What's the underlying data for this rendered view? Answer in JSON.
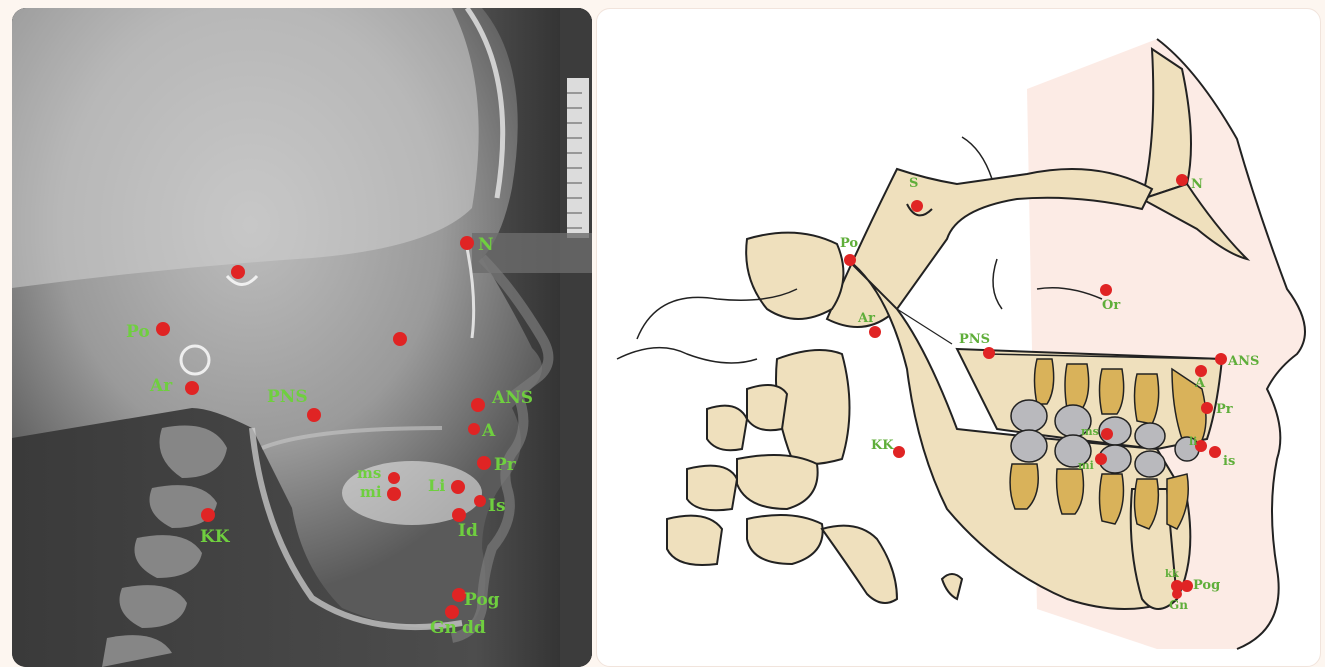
{
  "xray": {
    "landmarks": {
      "N": "N",
      "Po": "Po",
      "Ar": "Ar",
      "PNS": "PNS",
      "ANS": "ANS",
      "A": "A",
      "Pr": "Pr",
      "ms": "ms",
      "mi": "mi",
      "Li": "Li",
      "Is": "Is",
      "Id": "Id",
      "KK": "KK",
      "Pog": "Pog",
      "Gn": "Gn",
      "dd": "dd"
    }
  },
  "drawing": {
    "landmarks": {
      "S": "S",
      "N": "N",
      "Po": "Po",
      "Or": "Or",
      "Ar": "Ar",
      "PNS": "PNS",
      "ANS": "ANS",
      "A": "A",
      "Pr": "Pr",
      "ms": "ms",
      "mi": "mi",
      "li": "li",
      "is": "is",
      "KK": "KK",
      "kk": "kk",
      "Pog": "Pog",
      "Gn": "Gn"
    }
  },
  "colors": {
    "landmark_dot": "#e02424",
    "landmark_label": "#6fcf3f",
    "bone_fill": "#efe0bd",
    "soft_tissue": "#fbe4dc",
    "tooth_gray": "#b9b9bd"
  }
}
